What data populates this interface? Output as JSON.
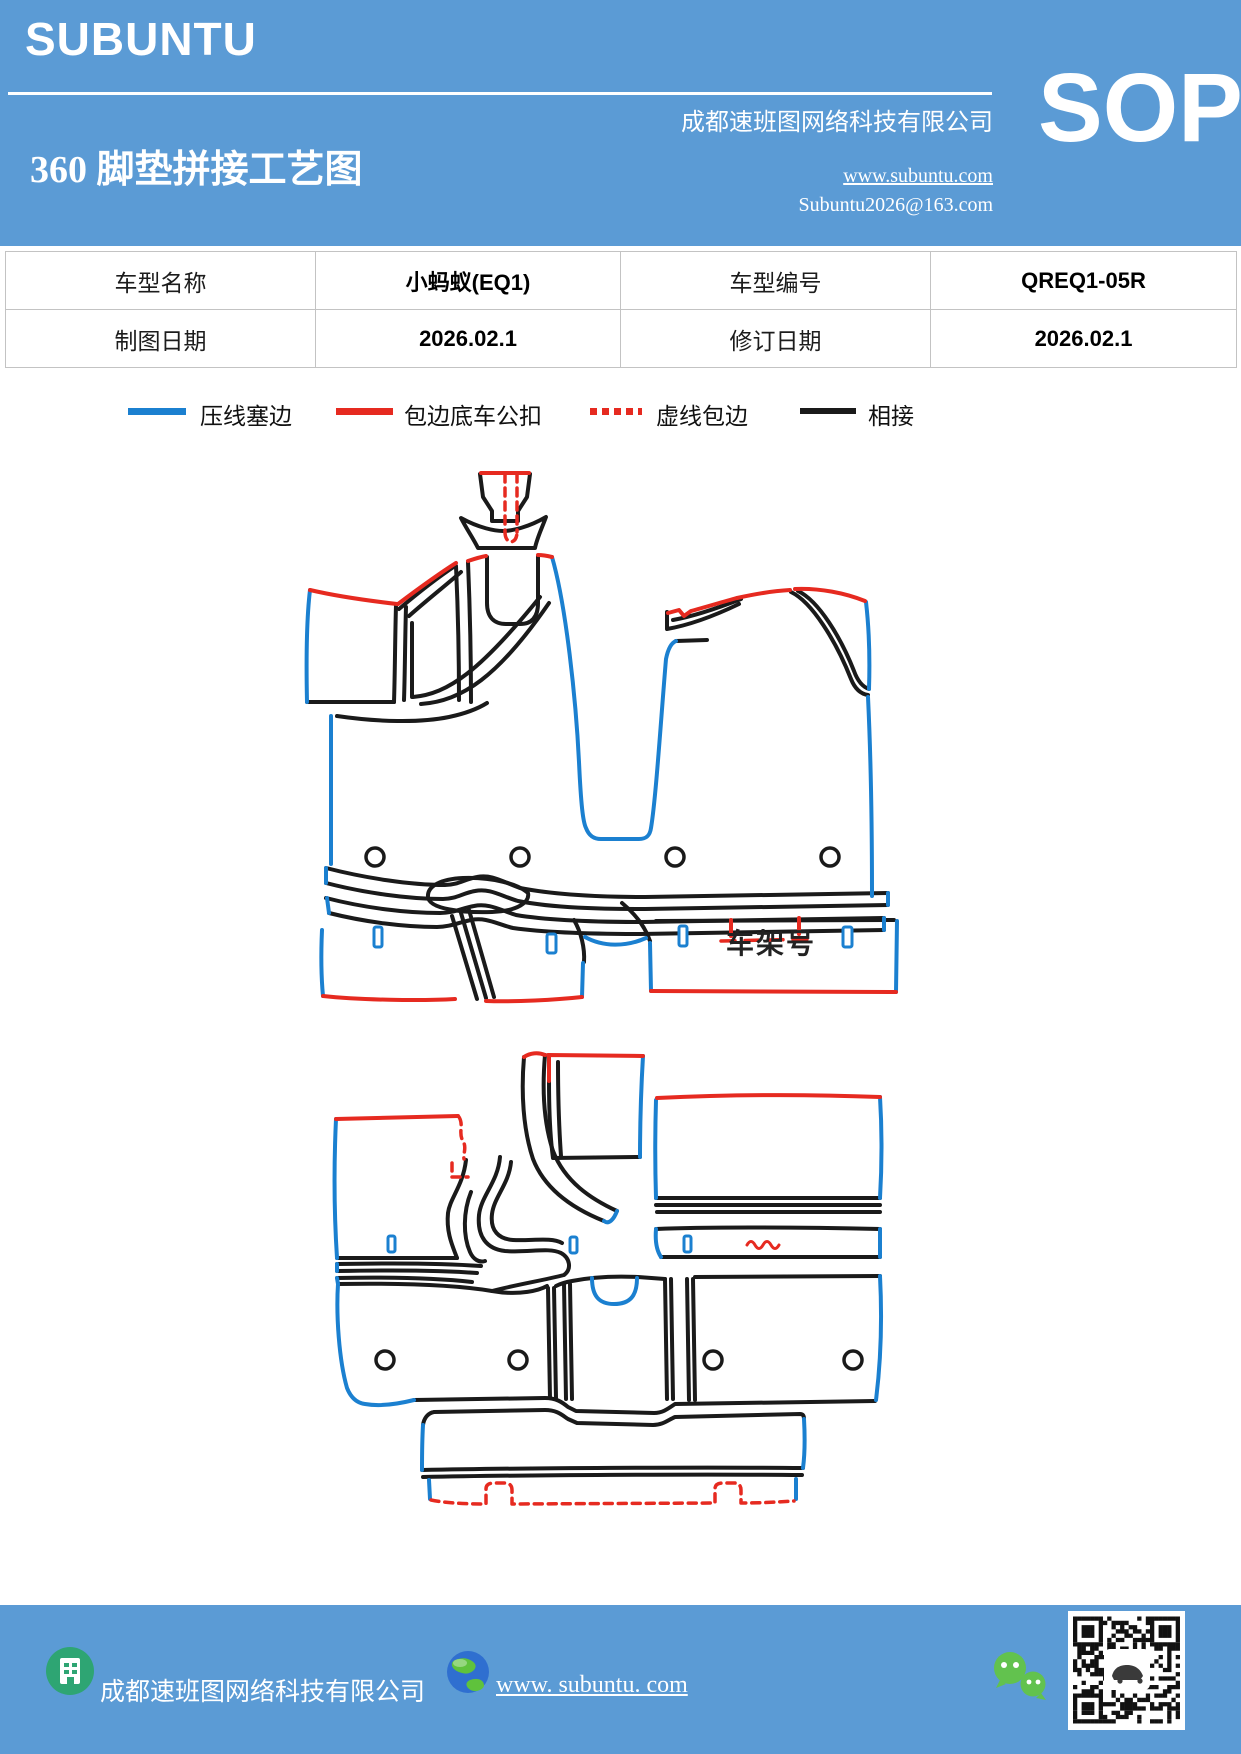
{
  "header": {
    "logo": "SUBUNTU",
    "title": "360 脚垫拼接工艺图",
    "company": "成都速班图网络科技有限公司",
    "website": "www.subuntu.com",
    "email": "Subuntu2026@163.com",
    "sop": "SOP",
    "banner_color": "#5B9BD5"
  },
  "info_table": {
    "rows": [
      [
        "车型名称",
        "小蚂蚁(EQ1)",
        "车型编号",
        "QREQ1-05R"
      ],
      [
        "制图日期",
        "2026.02.1",
        "修订日期",
        "2026.02.1"
      ]
    ]
  },
  "legend": {
    "items": [
      {
        "label": "压线塞边",
        "color": "#1b80d0",
        "style": "solid"
      },
      {
        "label": "包边底车公扣",
        "color": "#e62a20",
        "style": "solid"
      },
      {
        "label": "虚线包边",
        "color": "#e62a20",
        "style": "dashed"
      },
      {
        "label": "相接",
        "color": "#1a1a1a",
        "style": "solid"
      }
    ]
  },
  "diagram": {
    "vin_label": "车架号",
    "line_colors": {
      "blue": "#1b80d0",
      "red": "#e62a20",
      "black": "#1a1a1a"
    }
  },
  "footer": {
    "company": "成都速班图网络科技有限公司",
    "website": "www. subuntu. com"
  }
}
